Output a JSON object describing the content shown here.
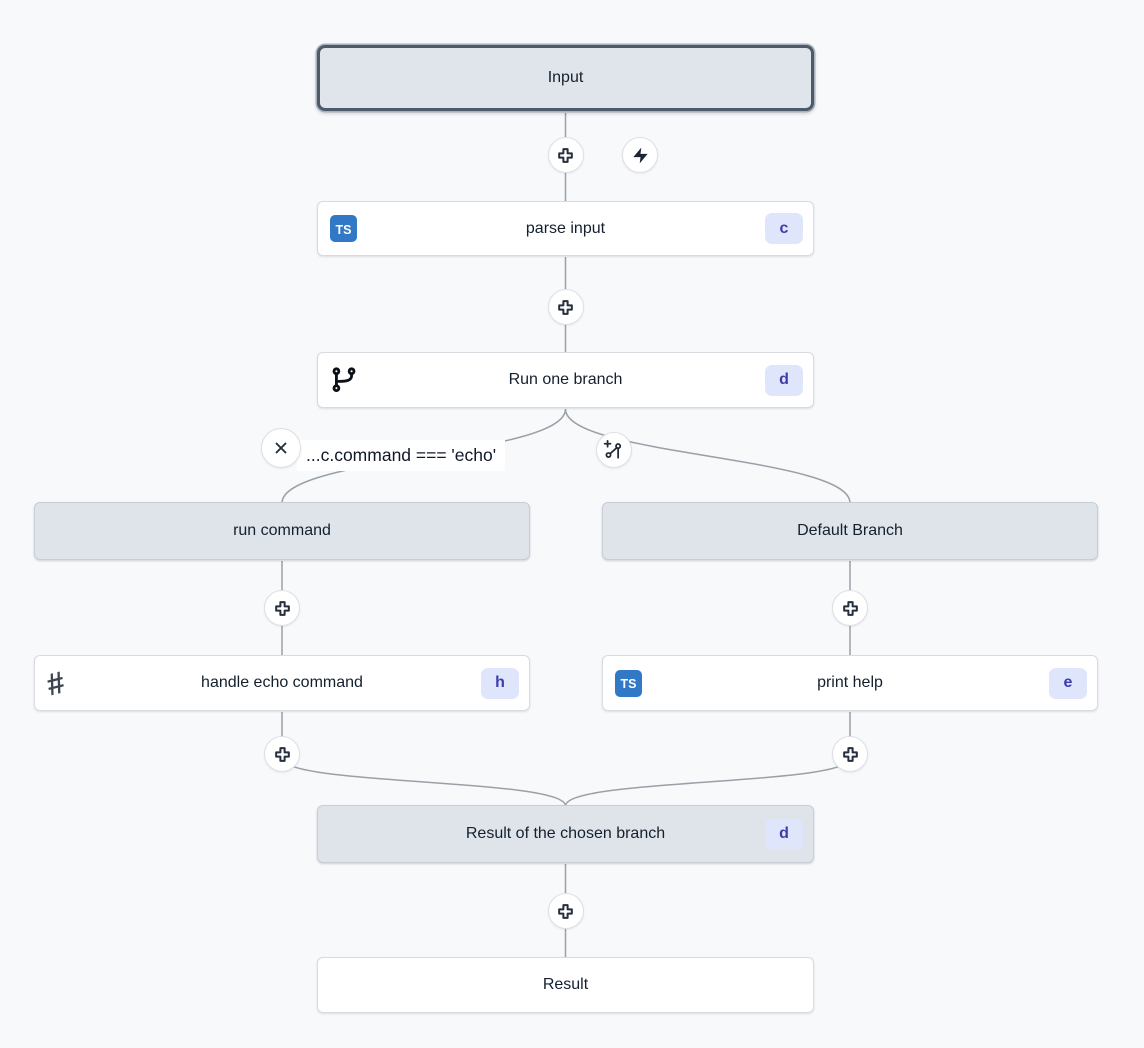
{
  "flow": {
    "input": {
      "label": "Input"
    },
    "parse_input": {
      "label": "parse input",
      "badge": "c"
    },
    "run_one_branch": {
      "label": "Run one branch",
      "badge": "d"
    },
    "condition_label": "...c.command === 'echo'",
    "run_command": {
      "label": "run command"
    },
    "default_branch": {
      "label": "Default Branch"
    },
    "handle_echo_command": {
      "label": "handle echo command",
      "badge": "h"
    },
    "print_help": {
      "label": "print help",
      "badge": "e"
    },
    "result_branch": {
      "label": "Result of the chosen branch",
      "badge": "d"
    },
    "result": {
      "label": "Result"
    }
  },
  "icons": {
    "ts_label": "TS",
    "hash_glyph": "#"
  },
  "colors": {
    "canvas_bg": "#f8f9fb",
    "edge": "#9aa0a8",
    "node_gray_bg": "#dee4e9",
    "input_border": "#4d5a6a",
    "badge_bg": "#dfe5fb",
    "badge_text": "#3d3daa",
    "ts_blue": "#3178c6"
  }
}
